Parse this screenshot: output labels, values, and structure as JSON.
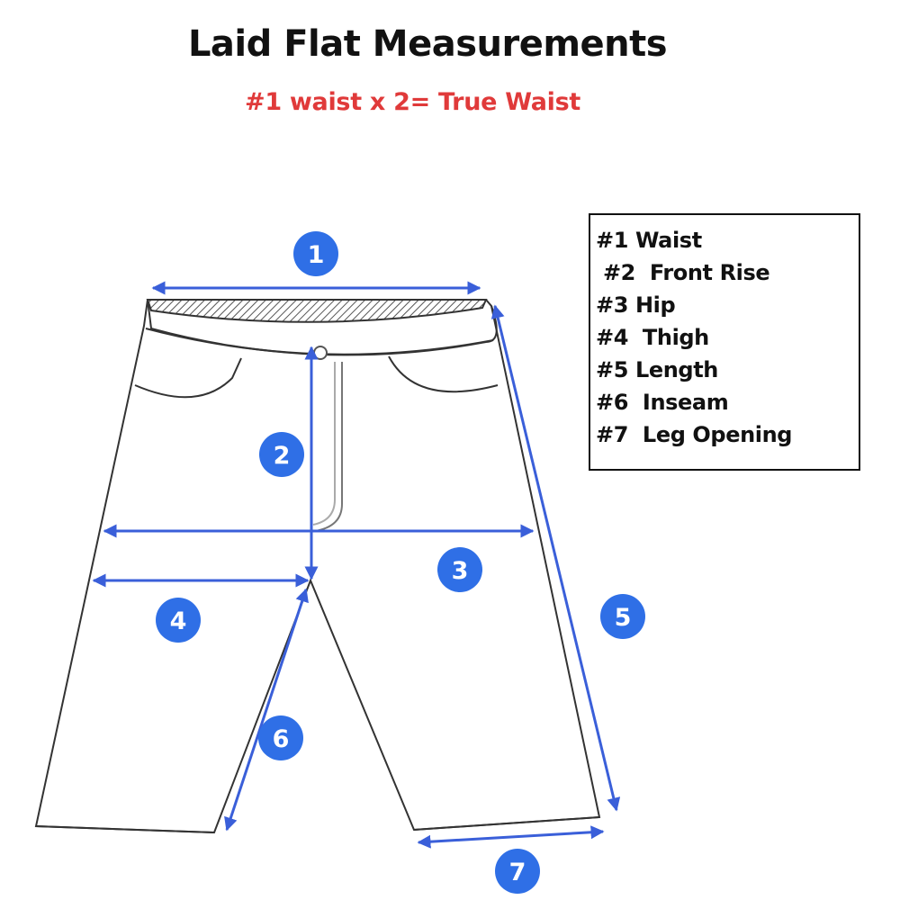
{
  "title": "Laid Flat Measurements",
  "subtitle": "#1 waist x 2= True Waist",
  "legend": {
    "items": [
      "#1 Waist",
      " #2  Front Rise",
      "#3 Hip",
      "#4  Thigh",
      "#5 Length",
      "#6  Inseam",
      "#7  Leg Opening"
    ]
  },
  "badges": [
    "1",
    "2",
    "3",
    "4",
    "5",
    "6",
    "7"
  ],
  "colors": {
    "accent_blue": "#2f6fe6",
    "arrow_blue": "#3a5fd9",
    "subtitle_red": "#e03a3a",
    "outline": "#333333"
  }
}
